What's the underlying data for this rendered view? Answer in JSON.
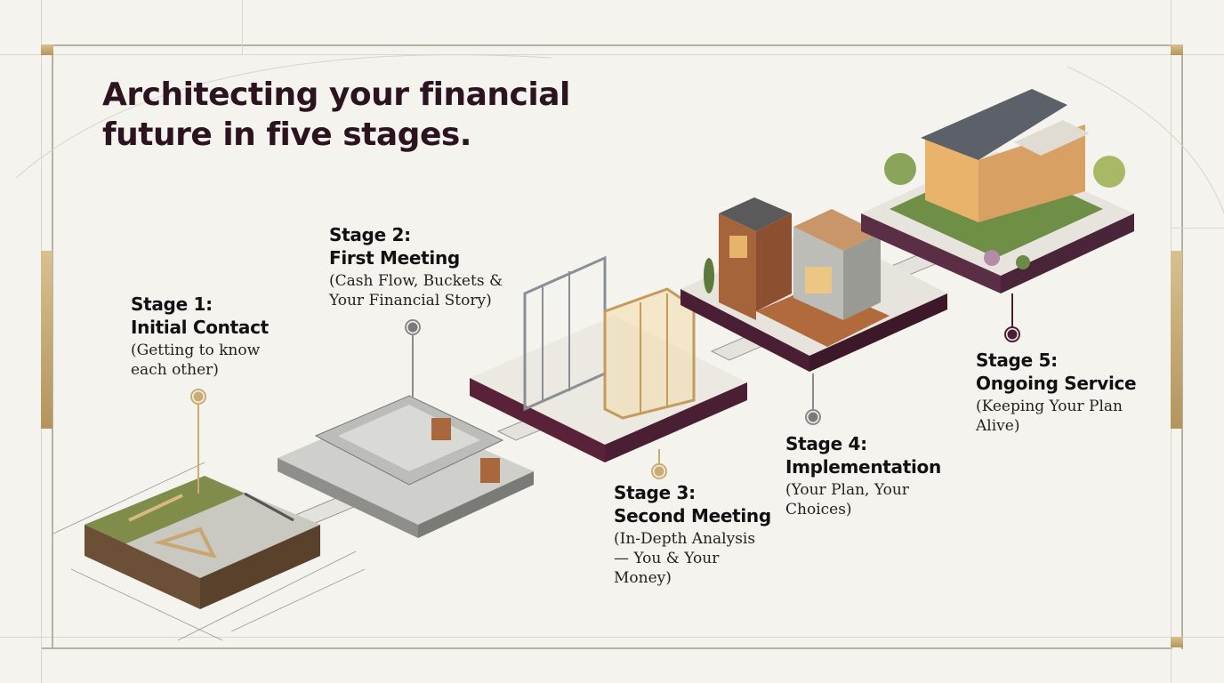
{
  "title": {
    "line1": "Architecting your financial",
    "line2": "future in five stages."
  },
  "colors": {
    "background": "#f4f3ee",
    "title_text": "#2b1420",
    "accent_gold": "#c9ab74",
    "accent_plum": "#4a1e33",
    "pin_gray": "#8a8a8a"
  },
  "stages": [
    {
      "number": "Stage 1:",
      "name": "Initial Contact",
      "description": "(Getting to know each other)",
      "illustration": "empty lot with drafting tools"
    },
    {
      "number": "Stage 2:",
      "name": "First Meeting",
      "description": "(Cash Flow, Buckets & Your Financial Story)",
      "illustration": "concrete foundation with rebar"
    },
    {
      "number": "Stage 3:",
      "name": "Second Meeting",
      "description": "(In-Depth Analysis — You & Your Money)",
      "illustration": "timber and steel framing"
    },
    {
      "number": "Stage 4:",
      "name": "Implementation",
      "description": "(Your Plan, Your Choices)",
      "illustration": "completed modern house"
    },
    {
      "number": "Stage 5:",
      "name": "Ongoing Service",
      "description": "(Keeping Your Plan Alive)",
      "illustration": "landscaped house with garden"
    }
  ]
}
